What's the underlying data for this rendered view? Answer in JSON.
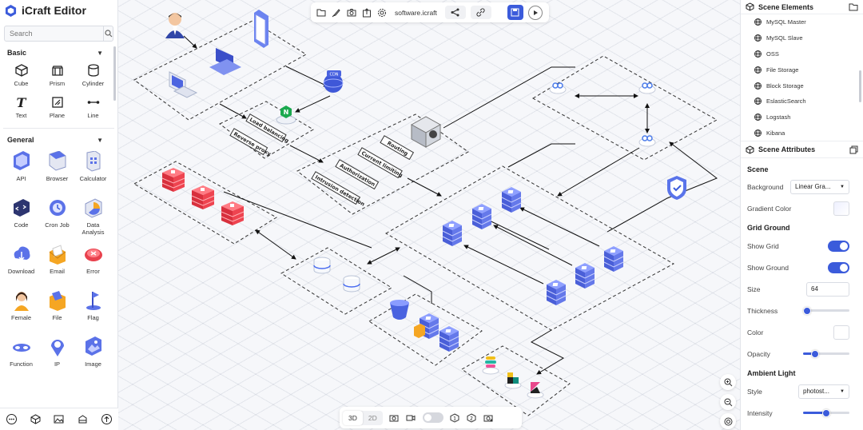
{
  "app": {
    "title": "iCraft Editor",
    "file_name": "software.icraft"
  },
  "search": {
    "placeholder": "Search"
  },
  "basic": {
    "title": "Basic",
    "items": [
      {
        "label": "Cube",
        "icon": "cube-icon"
      },
      {
        "label": "Prism",
        "icon": "prism-icon"
      },
      {
        "label": "Cylinder",
        "icon": "cylinder-icon"
      },
      {
        "label": "Text",
        "icon": "text-icon"
      },
      {
        "label": "Plane",
        "icon": "plane-icon"
      },
      {
        "label": "Line",
        "icon": "line-icon"
      }
    ]
  },
  "general": {
    "title": "General",
    "items": [
      {
        "label": "API",
        "icon": "api-icon"
      },
      {
        "label": "Browser",
        "icon": "browser-icon"
      },
      {
        "label": "Calculator",
        "icon": "calculator-icon"
      },
      {
        "label": "Code",
        "icon": "code-icon"
      },
      {
        "label": "Cron Job",
        "icon": "cron-job-icon"
      },
      {
        "label": "Data Analysis",
        "icon": "data-analysis-icon"
      },
      {
        "label": "Download",
        "icon": "download-icon"
      },
      {
        "label": "Email",
        "icon": "email-icon"
      },
      {
        "label": "Error",
        "icon": "error-icon"
      },
      {
        "label": "Female",
        "icon": "female-icon"
      },
      {
        "label": "File",
        "icon": "file-icon"
      },
      {
        "label": "Flag",
        "icon": "flag-icon"
      },
      {
        "label": "Function",
        "icon": "function-icon"
      },
      {
        "label": "IP",
        "icon": "ip-icon"
      },
      {
        "label": "Image",
        "icon": "image-icon"
      }
    ]
  },
  "canvas": {
    "labels": [
      "Load balancing",
      "Reverse proxy",
      "Routing",
      "Current limiting",
      "Authorization",
      "Intrusion detection",
      "CDN"
    ]
  },
  "view_toggle": {
    "mode_3d": "3D",
    "mode_2d": "2D"
  },
  "scene_elements": {
    "title": "Scene Elements",
    "items": [
      "MySQL Master",
      "MySQL Slave",
      "OSS",
      "File Storage",
      "Block Storage",
      "EslasticSearch",
      "Logstash",
      "Kibana"
    ]
  },
  "scene_attributes": {
    "title": "Scene Attributes",
    "scene_label": "Scene",
    "background_label": "Background",
    "background_value": "Linear Gra...",
    "gradient_color_label": "Gradient Color",
    "grid_ground_label": "Grid Ground",
    "show_grid_label": "Show Grid",
    "show_grid": true,
    "show_ground_label": "Show Ground",
    "show_ground": true,
    "size_label": "Size",
    "size_value": "64",
    "thickness_label": "Thickness",
    "thickness_value": 0.08,
    "color_label": "Color",
    "opacity_label": "Opacity",
    "opacity_value": 0.25,
    "ambient_light_label": "Ambient Light",
    "style_label": "Style",
    "style_value": "photost...",
    "intensity_label": "Intensity",
    "intensity_value": 0.5
  },
  "colors": {
    "accent": "#3b5bdb",
    "server": "#5b72e8",
    "redis": "#e8414d"
  }
}
